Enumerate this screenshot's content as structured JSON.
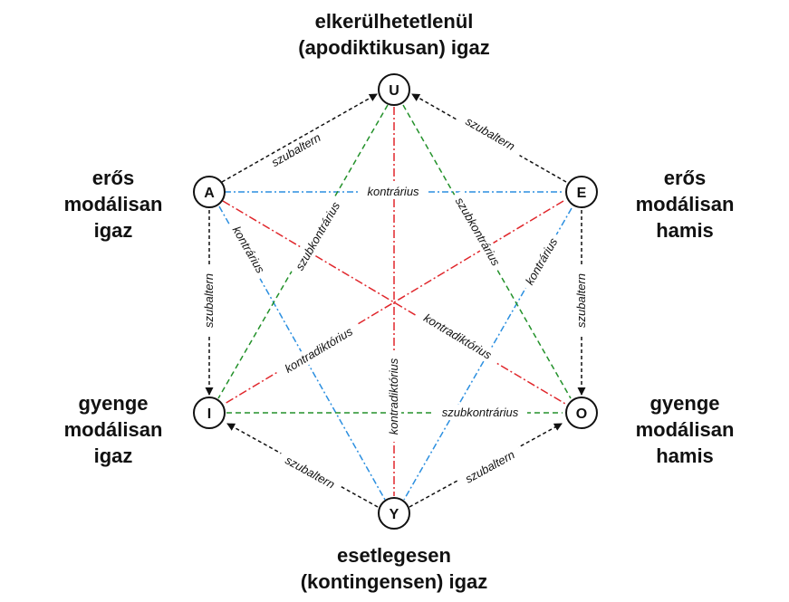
{
  "labels": {
    "top": "elkerülhetetlenül\n(apodiktikusan) igaz",
    "bottom": "esetlegesen\n(kontingensen) igaz",
    "upper_left": "erős\nmodálisan\nigaz",
    "upper_right": "erős\nmodálisan\nhamis",
    "lower_left": "gyenge\nmodálisan\nigaz",
    "lower_right": "gyenge\nmodálisan\nhamis"
  },
  "nodes": {
    "U": "U",
    "A": "A",
    "E": "E",
    "I": "I",
    "O": "O",
    "Y": "Y"
  },
  "relations": {
    "szubaltern": "szubaltern",
    "kontrarius": "kontrárius",
    "szubkontrarius": "szubkontrárius",
    "kontradiktorius": "kontradiktórius"
  },
  "colors": {
    "subaltern": "#111111",
    "contrary": "#2b8fe0",
    "subcontrary": "#23912a",
    "contradictory": "#e0262b"
  }
}
